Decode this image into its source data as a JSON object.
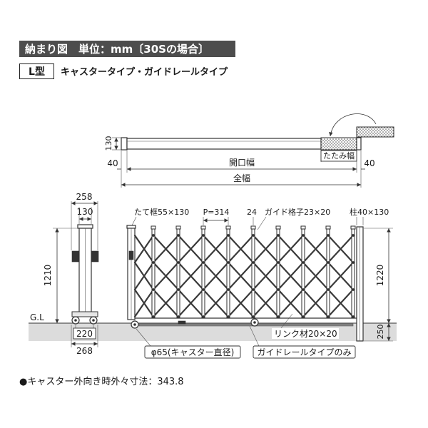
{
  "header": {
    "title": "納まり図　単位：mm〔30Sの場合〕"
  },
  "type_row": {
    "badge": "L型",
    "description": "キャスタータイプ・ガイドレールタイプ"
  },
  "plan_view": {
    "depth": "130",
    "left_clearance": "40",
    "opening_width": "開口幅",
    "right_clearance": "40",
    "folded_width": "たたみ幅",
    "overall_width": "全幅"
  },
  "side_view": {
    "top_width": "258",
    "post_width": "130",
    "height": "1210",
    "base_inner": "220",
    "base_outer": "268"
  },
  "ground": {
    "label": "G.L"
  },
  "front_view": {
    "stile_label": "たて框55×130",
    "pitch_label": "P=314",
    "gap_label": "24",
    "guide_lattice_label": "ガイド格子23×20",
    "post_label": "柱40×130",
    "post_height": "1220",
    "embed_depth": "250",
    "link_label": "リンク材20×20",
    "caster_label": "φ65(キャスター直径)",
    "rail_label": "ガイドレールタイプのみ"
  },
  "footnote": "●キャスター外向き時外々寸法：343.8",
  "colors": {
    "header_background": "#4d4d4d",
    "ground": "#dcdcdc"
  }
}
